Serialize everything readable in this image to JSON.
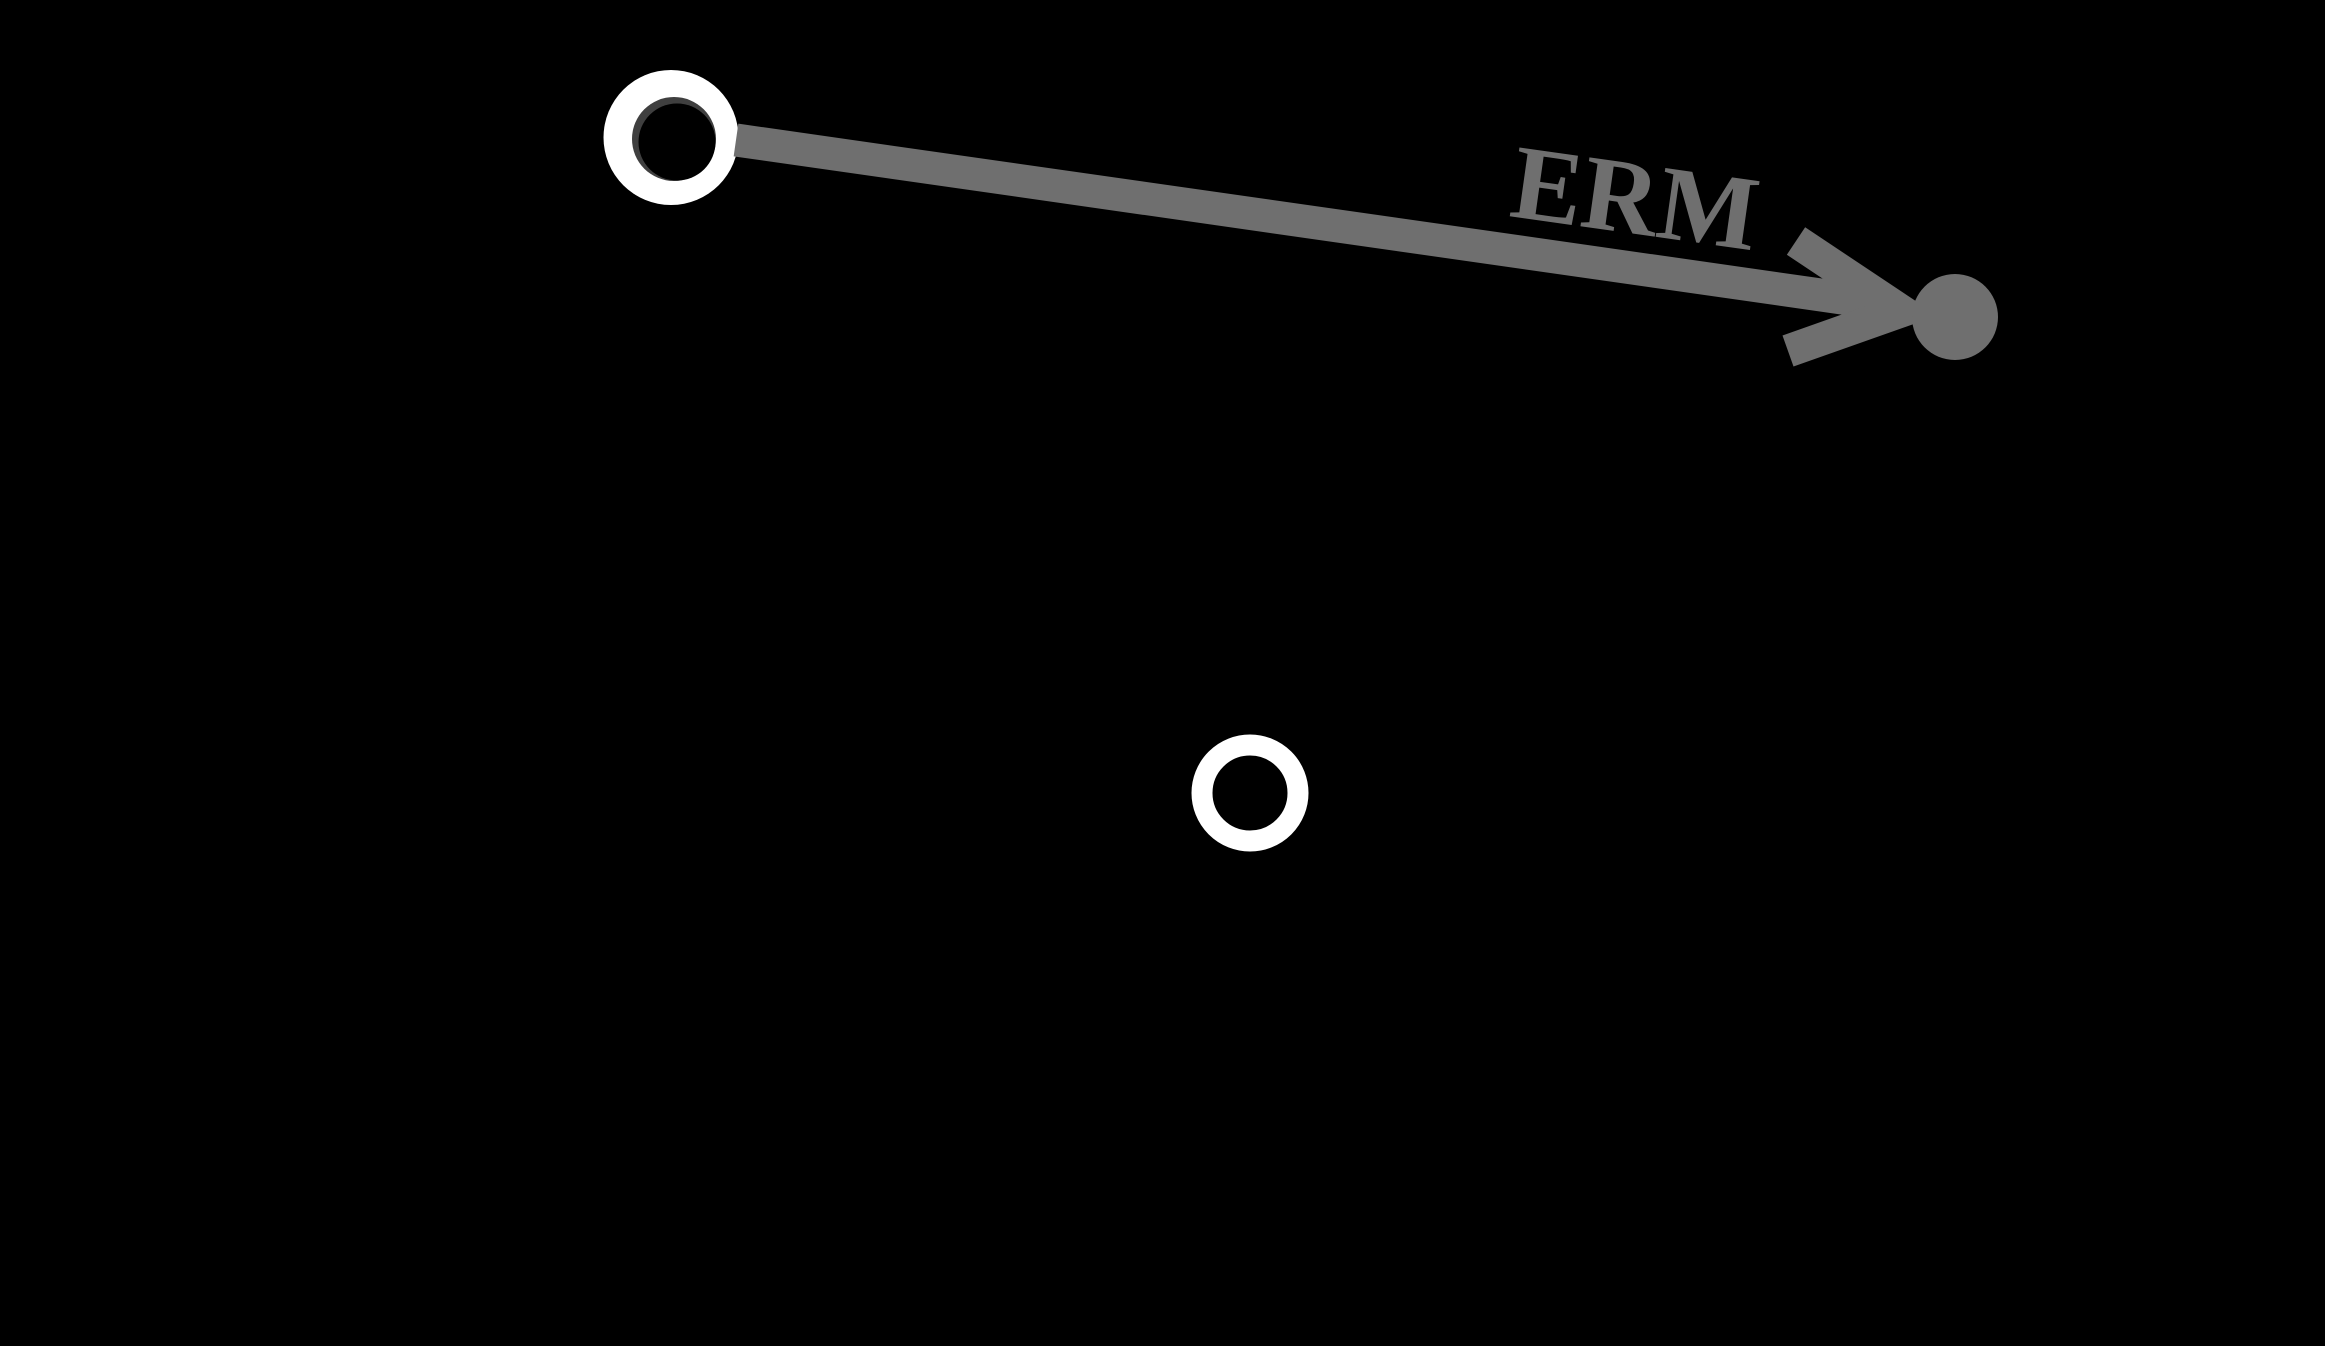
{
  "figure": {
    "type": "node-edge-diagram",
    "background_color": "#000000",
    "edge": {
      "label": "ERM",
      "color": "#6f6f6f",
      "direction": "source-to-target"
    },
    "nodes": {
      "source": {
        "shape": "open-circle",
        "fill": "#ffffff",
        "inner_shadow": "#3f3f3f"
      },
      "target": {
        "shape": "filled-circle",
        "fill": "#6f6f6f"
      },
      "isolated": {
        "shape": "open-circle",
        "fill": "#ffffff"
      }
    }
  }
}
